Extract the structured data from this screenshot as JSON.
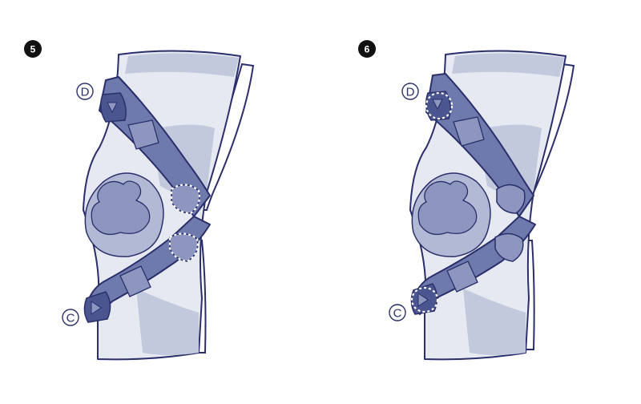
{
  "steps": [
    {
      "number": "5",
      "strap_labels": {
        "upper": "D",
        "lower": "C"
      },
      "highlights": [
        "knee-pad-upper",
        "knee-pad-lower"
      ]
    },
    {
      "number": "6",
      "strap_labels": {
        "upper": "D",
        "lower": "C"
      },
      "highlights": [
        "buckle-upper",
        "buckle-lower"
      ]
    }
  ],
  "colors": {
    "outline": "#2a2f6b",
    "strap": "#6f7aac",
    "strap_dark": "#4b5690",
    "sleeve": "#e6e9f2",
    "sleeve_shade": "#c3c9dd",
    "patella": "#8d96bf",
    "patella_ring": "#b2b9d4",
    "highlight": "#ffffff"
  }
}
